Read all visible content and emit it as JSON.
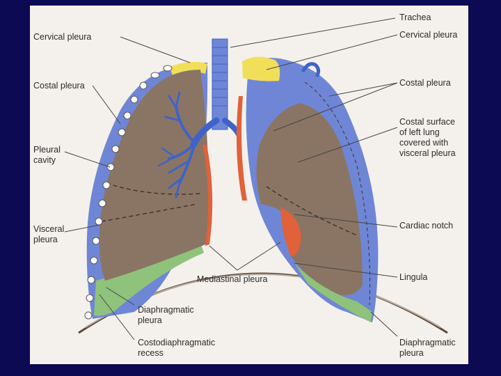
{
  "colors": {
    "page_background": "#0b0a52",
    "panel_background": "#f4f1ec",
    "lung_tissue": "#8a7564",
    "pleura_blue": "#6f86d6",
    "cervical_yellow": "#f1df5a",
    "mediastinal_red": "#e0613a",
    "diaphragmatic_green": "#8fc27a",
    "airway_blue": "#3f63c9"
  },
  "labels": {
    "cervical_pleura_left": "Cervical pleura",
    "costal_pleura_left": "Costal pleura",
    "pleural_cavity": [
      "Pleural",
      "cavity"
    ],
    "visceral_pleura": [
      "Visceral",
      "pleura"
    ],
    "trachea": "Trachea",
    "cervical_pleura_right": "Cervical pleura",
    "costal_pleura_right": "Costal pleura",
    "costal_surface": [
      "Costal surface",
      "of left lung",
      "covered with",
      "visceral pleura"
    ],
    "cardiac_notch": "Cardiac notch",
    "lingula": "Lingula",
    "mediastinal_pleura": "Mediastinal pleura",
    "diaphragmatic_pleura_left": [
      "Diaphragmatic",
      "pleura"
    ],
    "costodiaphragmatic_recess": [
      "Costodiaphragmatic",
      "recess"
    ],
    "diaphragmatic_pleura_right": [
      "Diaphragmatic",
      "pleura"
    ]
  }
}
